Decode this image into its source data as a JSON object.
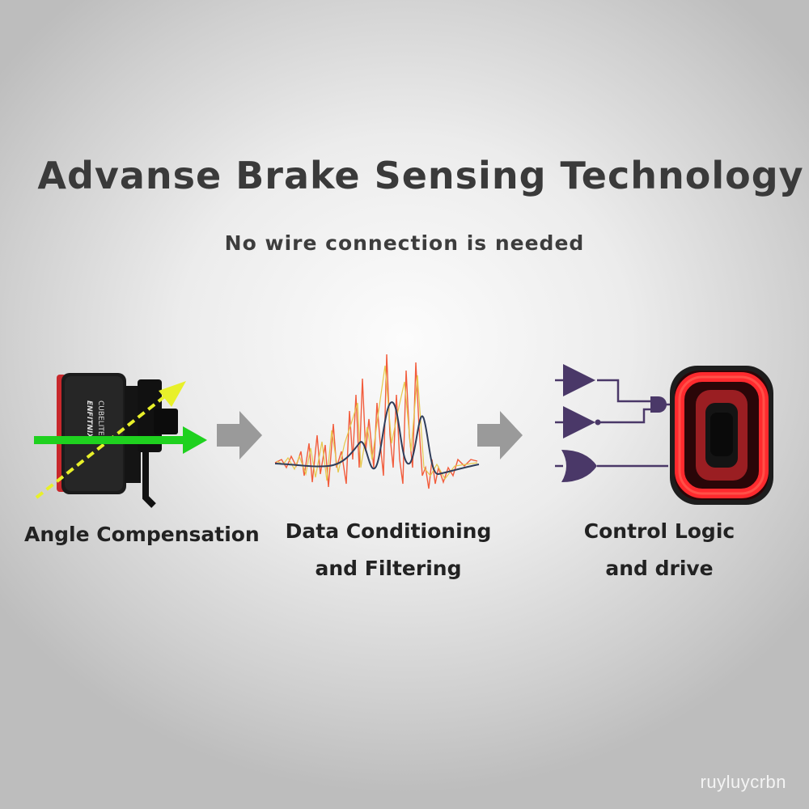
{
  "title": "Advanse Brake Sensing Technology",
  "subtitle": "No wire connection is needed",
  "stages": [
    {
      "id": "angle",
      "lines": [
        "Angle Compensation"
      ],
      "icon": "tail-light-side-view-icon"
    },
    {
      "id": "data",
      "lines": [
        "Data Conditioning",
        "and Filtering"
      ],
      "icon": "signal-waveform-icon"
    },
    {
      "id": "control",
      "lines": [
        "Control Logic",
        "and drive"
      ],
      "icon": "logic-gates-icon"
    }
  ],
  "device_text": {
    "brand": "ENFITNIX",
    "model": "CUBELITE II"
  },
  "watermark": "ruyluycrbn",
  "colors": {
    "title": "#3a3a3a",
    "arrow": "#9a9a9a",
    "green_arrow": "#1fd11f",
    "yellow_arrow": "#e8f02a",
    "gate": "#4a3868",
    "light_red": "#e0242a"
  }
}
